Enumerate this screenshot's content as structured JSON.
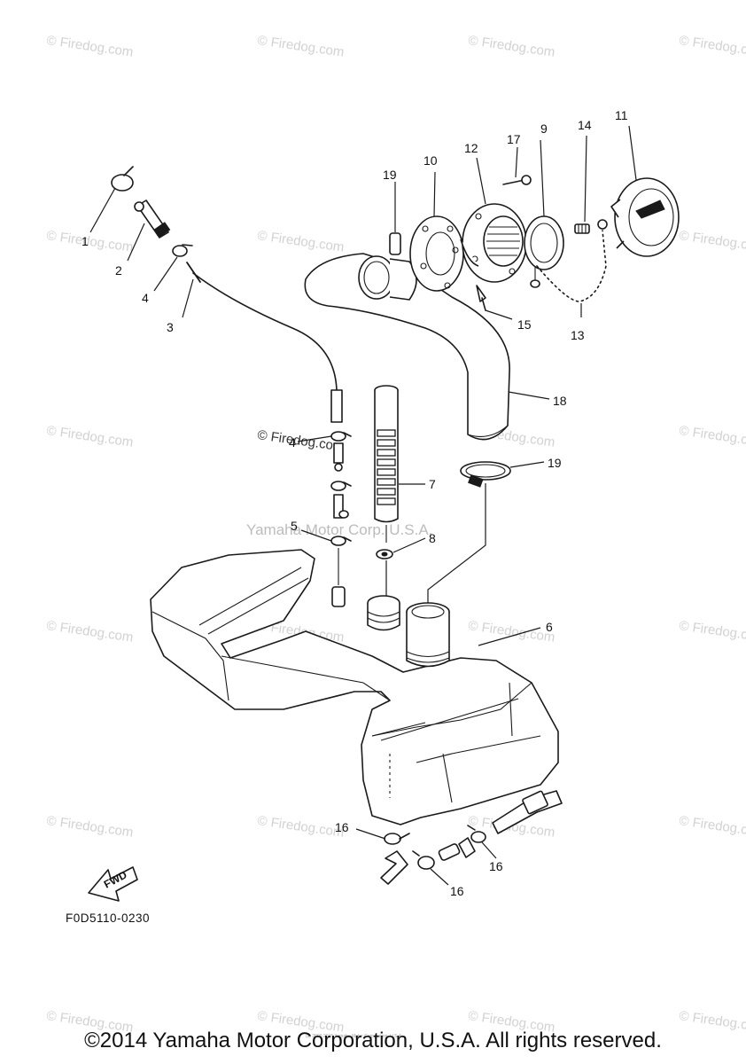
{
  "watermark": {
    "text": "© Firedog.com",
    "center_text": "Yamaha Motor Corp. U.S.A.",
    "inline_text": "© Firedog.com"
  },
  "parts": {
    "p1": "1",
    "p2": "2",
    "p3": "3",
    "p4": "4",
    "p4b": "4",
    "p5": "5",
    "p6": "6",
    "p7": "7",
    "p8": "8",
    "p9": "9",
    "p10": "10",
    "p11": "11",
    "p12": "12",
    "p13": "13",
    "p14": "14",
    "p15": "15",
    "p16a": "16",
    "p16b": "16",
    "p16c": "16",
    "p17": "17",
    "p18": "18",
    "p19a": "19",
    "p19b": "19"
  },
  "fwd_label": "FWD",
  "diagram_code": "F0D5110-0230",
  "footer": "©2014 Yamaha Motor Corporation, U.S.A. All rights reserved.",
  "tiny_copyright": "(c) 2000-2015 Yamaha Motor Corporation, U.S.A."
}
